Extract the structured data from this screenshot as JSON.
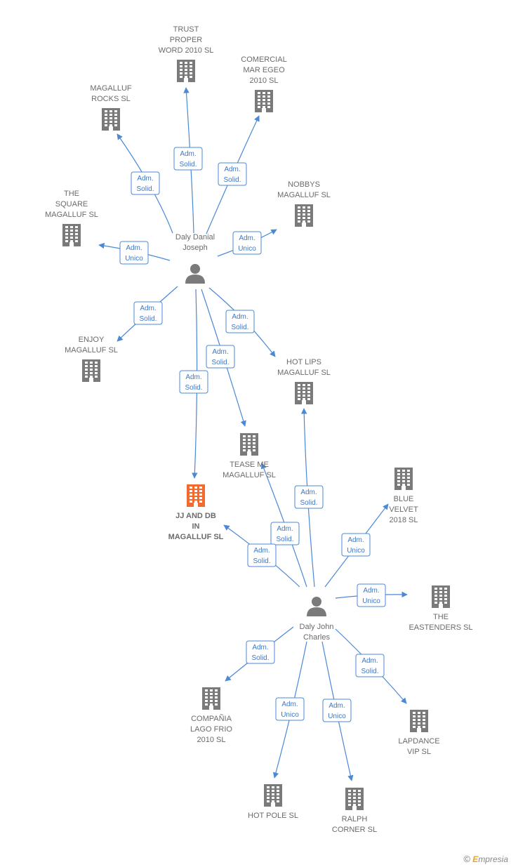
{
  "colors": {
    "edge": "#4a88d8",
    "building": "#7a7a7a",
    "building_focus": "#f26a2e",
    "person": "#7a7a7a",
    "label": "#6b6b6b"
  },
  "nodes": [
    {
      "id": "trust",
      "type": "company",
      "lines": [
        "TRUST",
        "PROPER",
        "WORD 2010 SL"
      ]
    },
    {
      "id": "comercial",
      "type": "company",
      "lines": [
        "COMERCIAL",
        "MAR EGEO",
        "2010 SL"
      ]
    },
    {
      "id": "magrocks",
      "type": "company",
      "lines": [
        "MAGALLUF",
        "ROCKS SL"
      ]
    },
    {
      "id": "square",
      "type": "company",
      "lines": [
        "THE",
        "SQUARE",
        "MAGALLUF  SL"
      ]
    },
    {
      "id": "nobbys",
      "type": "company",
      "lines": [
        "NOBBYS",
        "MAGALLUF  SL"
      ]
    },
    {
      "id": "danial",
      "type": "person",
      "lines": [
        "Daly Danial",
        "Joseph"
      ]
    },
    {
      "id": "enjoy",
      "type": "company",
      "lines": [
        "ENJOY",
        "MAGALLUF SL"
      ]
    },
    {
      "id": "hotlips",
      "type": "company",
      "lines": [
        "HOT LIPS",
        "MAGALLUF  SL"
      ]
    },
    {
      "id": "tease",
      "type": "company",
      "lines": [
        "TEASE ME",
        "MAGALLUF  SL"
      ]
    },
    {
      "id": "jjdb",
      "type": "company",
      "focus": true,
      "lines": [
        "JJ AND DB",
        "IN",
        "MAGALLUF  SL"
      ]
    },
    {
      "id": "blue",
      "type": "company",
      "lines": [
        "BLUE",
        "VELVET",
        "2018  SL"
      ]
    },
    {
      "id": "john",
      "type": "person",
      "lines": [
        "Daly John",
        "Charles"
      ]
    },
    {
      "id": "east",
      "type": "company",
      "lines": [
        "THE",
        "EASTENDERS SL"
      ]
    },
    {
      "id": "lago",
      "type": "company",
      "lines": [
        "COMPAÑIA",
        "LAGO FRIO",
        "2010 SL"
      ]
    },
    {
      "id": "lapdance",
      "type": "company",
      "lines": [
        "LAPDANCE",
        "VIP SL"
      ]
    },
    {
      "id": "hotpole",
      "type": "company",
      "lines": [
        "HOT POLE  SL"
      ]
    },
    {
      "id": "ralph",
      "type": "company",
      "lines": [
        "RALPH",
        "CORNER  SL"
      ]
    }
  ],
  "edges": [
    {
      "from": "danial",
      "to": "trust",
      "lines": [
        "Adm.",
        "Solid."
      ]
    },
    {
      "from": "danial",
      "to": "comercial",
      "lines": [
        "Adm.",
        "Solid."
      ]
    },
    {
      "from": "danial",
      "to": "magrocks",
      "lines": [
        "Adm.",
        "Solid."
      ]
    },
    {
      "from": "danial",
      "to": "square",
      "lines": [
        "Adm.",
        "Unico"
      ]
    },
    {
      "from": "danial",
      "to": "nobbys",
      "lines": [
        "Adm.",
        "Unico"
      ]
    },
    {
      "from": "danial",
      "to": "enjoy",
      "lines": [
        "Adm.",
        "Solid."
      ]
    },
    {
      "from": "danial",
      "to": "hotlips",
      "lines": [
        "Adm.",
        "Solid."
      ]
    },
    {
      "from": "danial",
      "to": "tease",
      "lines": [
        "Adm.",
        "Solid."
      ]
    },
    {
      "from": "danial",
      "to": "jjdb",
      "lines": [
        "Adm.",
        "Solid."
      ]
    },
    {
      "from": "john",
      "to": "hotlips",
      "lines": [
        "Adm.",
        "Solid."
      ]
    },
    {
      "from": "john",
      "to": "tease",
      "lines": [
        "Adm.",
        "Solid."
      ]
    },
    {
      "from": "john",
      "to": "jjdb",
      "lines": [
        "Adm.",
        "Solid."
      ]
    },
    {
      "from": "john",
      "to": "blue",
      "lines": [
        "Adm.",
        "Unico"
      ]
    },
    {
      "from": "john",
      "to": "east",
      "lines": [
        "Adm.",
        "Unico"
      ]
    },
    {
      "from": "john",
      "to": "lago",
      "lines": [
        "Adm.",
        "Solid."
      ]
    },
    {
      "from": "john",
      "to": "lapdance",
      "lines": [
        "Adm.",
        "Solid."
      ]
    },
    {
      "from": "john",
      "to": "hotpole",
      "lines": [
        "Adm.",
        "Unico"
      ]
    },
    {
      "from": "john",
      "to": "ralph",
      "lines": [
        "Adm.",
        "Unico"
      ]
    }
  ],
  "brand": {
    "copyright": "©",
    "name_initial": "E",
    "name_rest": "mpresia"
  }
}
